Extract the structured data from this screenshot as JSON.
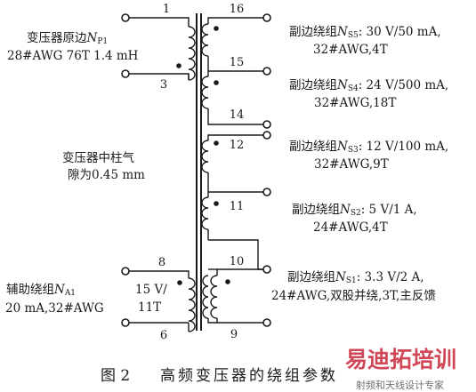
{
  "primary": {
    "line1": "变压器原边",
    "symbol": "N",
    "subscript": "P1",
    "line2": "28#AWG 76T 1.4 mH",
    "pin_top": "1",
    "pin_bottom": "3"
  },
  "core_note": {
    "line1": "变压器中柱气",
    "line2": "隙为0.45 mm"
  },
  "auxiliary": {
    "line1_prefix": "辅助绕组",
    "symbol": "N",
    "subscript": "A1",
    "line2": "20 mA,32#AWG",
    "inner_line1": "15 V/",
    "inner_line2": "11T",
    "pin_top": "8",
    "pin_bottom": "6"
  },
  "secondaries": [
    {
      "prefix": "副边绕组",
      "symbol": "N",
      "subscript": "S5",
      "line1_rest": ": 30 V/50 mA,",
      "line2": "32#AWG,4T"
    },
    {
      "prefix": "副边绕组",
      "symbol": "N",
      "subscript": "S4",
      "line1_rest": ": 24 V/500 mA,",
      "line2": "32#AWG,18T"
    },
    {
      "prefix": "副边绕组",
      "symbol": "N",
      "subscript": "S3",
      "line1_rest": ": 12 V/100 mA,",
      "line2": "32#AWG,9T"
    },
    {
      "prefix": "副边绕组",
      "symbol": "N",
      "subscript": "S2",
      "line1_rest": ": 5 V/1 A,",
      "line2": "24#AWG,4T"
    },
    {
      "prefix": "副边绕组",
      "symbol": "N",
      "subscript": "S1",
      "line1_rest": ": 3.3 V/2 A,",
      "line2": "24#AWG,双股并绕,3T,主反馈"
    }
  ],
  "secondary_pins": [
    "16",
    "15",
    "14",
    "12",
    "11",
    "10",
    "9"
  ],
  "caption": {
    "figure": "图 2",
    "title": "高频变压器的绕组参数"
  },
  "watermark": {
    "main": "易迪拓培训",
    "sub": "射频和天线设计专家"
  },
  "colors": {
    "line": "#1a1a1a",
    "watermark_red": "#c8283a",
    "watermark_grey": "#8a8a8a"
  }
}
